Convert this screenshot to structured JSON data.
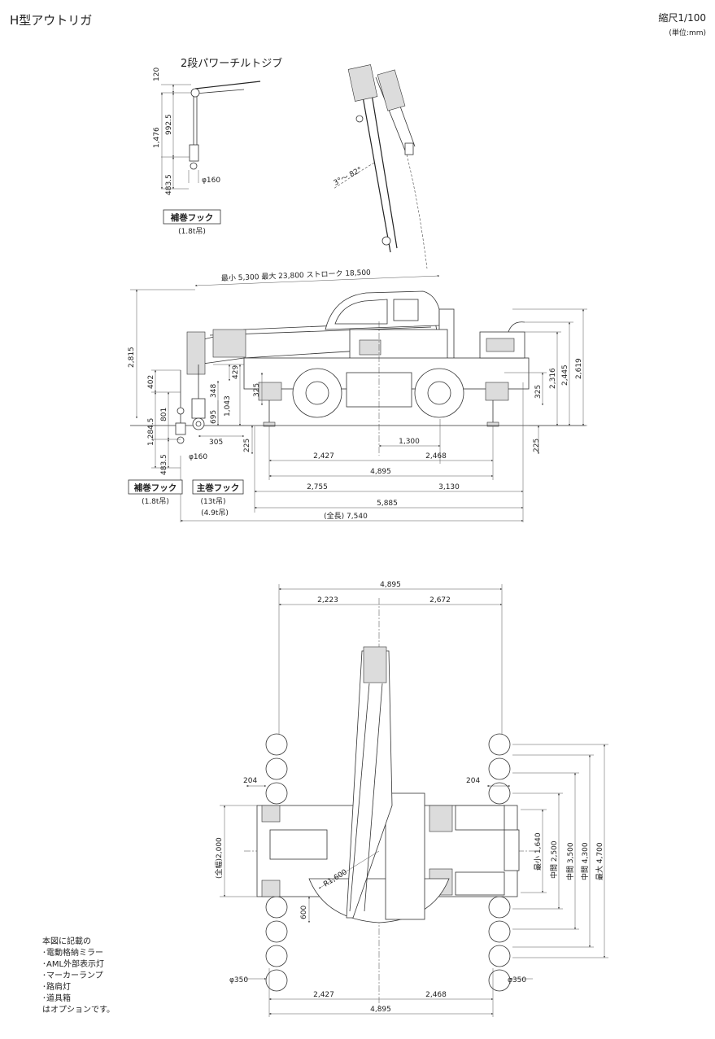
{
  "title": "H型アウトリガ",
  "scale": "縮尺1/100",
  "unit": "(単位:mm)",
  "jib": {
    "title": "2段パワーチルトジブ",
    "angle": "3°～ 82°",
    "dims": [
      "120",
      "992.5",
      "1,476",
      "483.5"
    ],
    "sheave": "φ160",
    "label": "補巻フック",
    "capacity": "(1.8t吊)"
  },
  "side": {
    "boom": "最小 5,300  最大 23,800  ストローク 18,500",
    "left_v": [
      "2,815",
      "402",
      "801",
      "1,284.5",
      "483.5"
    ],
    "hook_v": [
      "348",
      "429",
      "695",
      "1,043",
      "305"
    ],
    "ground_l": "225",
    "ground_r": "225",
    "sheave": "φ160",
    "right_v": [
      "325",
      "2,316",
      "2,445",
      "2,619"
    ],
    "left_325": "325",
    "c1300": "1,300",
    "row1": [
      "2,427",
      "2,468"
    ],
    "row2": "4,895",
    "row3": [
      "2,755",
      "3,130"
    ],
    "row4": "5,885",
    "row5": "(全長) 7,540",
    "aux_label": "補巻フック",
    "aux_cap": "(1.8t吊)",
    "main_label": "主巻フック",
    "main_cap1": "(13t吊)",
    "main_cap2": "(4.9t吊)"
  },
  "top": {
    "overall": "4,895",
    "split": [
      "2,223",
      "2,672"
    ],
    "d204l": "204",
    "d204r": "204",
    "width_full": "(全幅)2,000",
    "radius": "R1,600",
    "d600": "600",
    "right_v": [
      "最小 1,640",
      "中間 2,500",
      "中間 3,500",
      "中間 4,300",
      "最大 4,700"
    ],
    "pad_l": "φ350",
    "pad_r": "φ350",
    "bottom": [
      "2,427",
      "2,468"
    ],
    "bottom_total": "4,895"
  },
  "notes": [
    "本図に記載の",
    "･電動格納ミラー",
    "･AML外部表示灯",
    "･マーカーランプ",
    "･路肩灯",
    "･道具箱",
    "はオプションです。"
  ]
}
